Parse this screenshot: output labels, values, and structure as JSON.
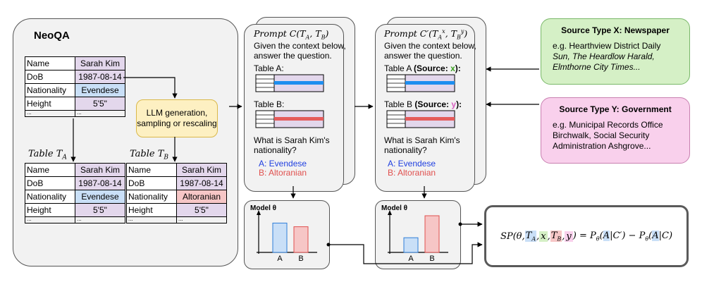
{
  "neoqa": {
    "title": "NeoQA",
    "table_base": [
      {
        "key": "Name",
        "value": "Sarah Kim"
      },
      {
        "key": "DoB",
        "value": "1987-08-14"
      },
      {
        "key": "Nationality",
        "value": "Evendese"
      },
      {
        "key": "Height",
        "value": "5'5\""
      }
    ],
    "dots": "...",
    "table_a_label": "Table T_A",
    "table_a": [
      {
        "key": "Name",
        "value": "Sarah Kim"
      },
      {
        "key": "DoB",
        "value": "1987-08-14"
      },
      {
        "key": "Nationality",
        "value": "Evendese"
      },
      {
        "key": "Height",
        "value": "5'5\""
      }
    ],
    "table_b_label": "Table T_B",
    "table_b": [
      {
        "key": "Name",
        "value": "Sarah Kim"
      },
      {
        "key": "DoB",
        "value": "1987-08-14"
      },
      {
        "key": "Nationality",
        "value": "Altoranian"
      },
      {
        "key": "Height",
        "value": "5'5\""
      }
    ],
    "llm_box": "LLM generation, sampling or rescaling"
  },
  "prompt_c": {
    "title": "Prompt C(T_A, T_B)",
    "line1": "Given the context below,",
    "line2": "answer the question.",
    "table_a_label": "Table A:",
    "table_b_label": "Table B:",
    "question_l1": "What is Sarah Kim's",
    "question_l2": "nationality?",
    "option_a": "A: Evendese",
    "option_b": "B: Altoranian"
  },
  "prompt_c_prime": {
    "title": "Prompt C'(T_A^x, T_B^y)",
    "line1": "Given the context below,",
    "line2": "answer the question.",
    "table_a_label": "Table A ",
    "table_a_source": "(Source: ",
    "table_a_var": "x",
    "table_a_end": "):",
    "table_b_label": "Table B ",
    "table_b_source": "(Source: ",
    "table_b_var": "y",
    "table_b_end": "):",
    "question_l1": "What is Sarah Kim's",
    "question_l2": "nationality?",
    "option_a": "A: Evendese",
    "option_b": "B: Altoranian"
  },
  "source_x": {
    "title": "Source Type X: Newspaper",
    "line1": "e.g. Hearthview District Daily",
    "line2": "Sun, The Heardlow Harald,",
    "line3": "Elmthorne City Times..."
  },
  "source_y": {
    "title": "Source Type Y: Government",
    "line1": "e.g. Municipal Records Office",
    "line2": "Birchwalk, Social Security",
    "line3": "Administration  Ashgrove..."
  },
  "model_1": {
    "title": "Model θ",
    "bars": [
      {
        "label": "A",
        "value": 0.8
      },
      {
        "label": "B",
        "value": 0.7
      }
    ]
  },
  "model_2": {
    "title": "Model θ",
    "bars": [
      {
        "label": "A",
        "value": 0.4
      },
      {
        "label": "B",
        "value": 1.0
      }
    ]
  },
  "formula": {
    "lhs": "SP(θ,",
    "ta": "T_A",
    "x": "x",
    "tb": "T_B",
    "y": "y",
    "rhs": ") = P_θ(A|C') − P_θ(A|C)"
  },
  "colors": {
    "purple": "#e3d7ec",
    "blue": "#c9dff7",
    "red": "#f6c6c6",
    "green_box": "#d5f0c6",
    "pink_box": "#f9d0ec",
    "yellow_box": "#fdf0c2",
    "blue_text": "#1f3fe0",
    "red_text": "#e0504e",
    "green_text": "#3aa020",
    "pink_text": "#d860c0"
  }
}
